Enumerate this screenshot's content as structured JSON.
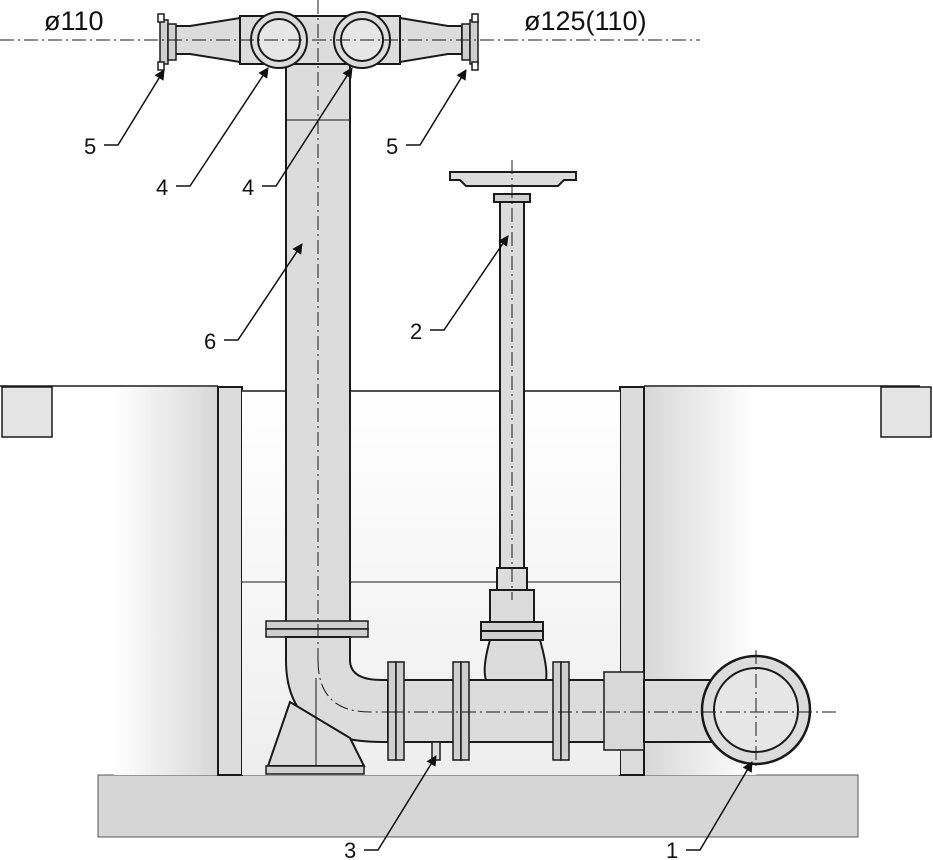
{
  "dimensions": {
    "left": "ø110",
    "right": "ø125(110)"
  },
  "callouts": [
    {
      "number": "5",
      "part": "left-flange"
    },
    {
      "number": "4",
      "part": "left-coupling"
    },
    {
      "number": "4",
      "part": "right-coupling"
    },
    {
      "number": "5",
      "part": "right-flange"
    },
    {
      "number": "6",
      "part": "riser-pipe"
    },
    {
      "number": "2",
      "part": "valve-spindle"
    },
    {
      "number": "3",
      "part": "drain-fitting"
    },
    {
      "number": "1",
      "part": "main-pipe"
    }
  ],
  "colors": {
    "pipe_fill": "#dcdcdc",
    "ground_fill": "#d3d3d3",
    "outline": "#1a1a1a"
  }
}
